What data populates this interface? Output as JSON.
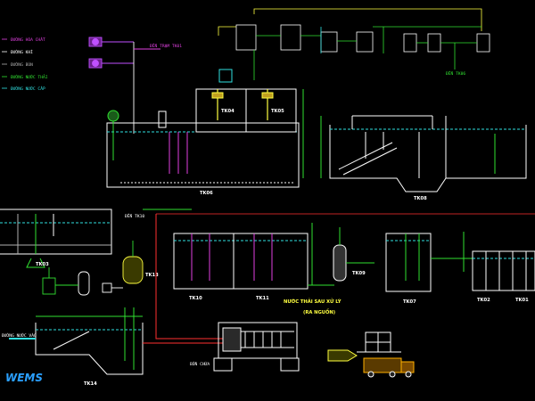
{
  "legend": [
    {
      "label": "ĐƯỜNG HÓA CHẤT",
      "color": "#e040e0"
    },
    {
      "label": "ĐƯỜNG KHÍ",
      "color": "#ffffff"
    },
    {
      "label": "ĐƯỜNG BÙN",
      "color": "#b0b0b0"
    },
    {
      "label": "ĐƯỜNG NƯỚC THẢI",
      "color": "#30e030"
    },
    {
      "label": "ĐƯỜNG NƯỚC CẤP",
      "color": "#30e0e0"
    }
  ],
  "tanks": {
    "t01": "TK01",
    "t02": "TK02",
    "t03": "TK03",
    "t04": "TK04",
    "t05": "TK05",
    "t06": "TK06",
    "t07": "TK07",
    "t08": "TK08",
    "t09": "TK09",
    "t10": "TK10",
    "t11": "TK11",
    "t13": "TK13",
    "t14": "TK14"
  },
  "labels": {
    "den_trung_tam": "ĐẾN TRẠM TK01",
    "den_tk": "ĐẾN TK10",
    "nuoc_thai_dau_vao": "ĐƯỜNG NƯỚC VÀO",
    "nuoc_thai_sau_xu_ly": "NƯỚC THẢI SAU XỬ LÝ",
    "ra_nguon": "(RA NGUỒN)",
    "bon_chua": "BỒN CHỨA",
    "den_tk_top": "ĐẾN TK06"
  },
  "brand": "WEMS"
}
